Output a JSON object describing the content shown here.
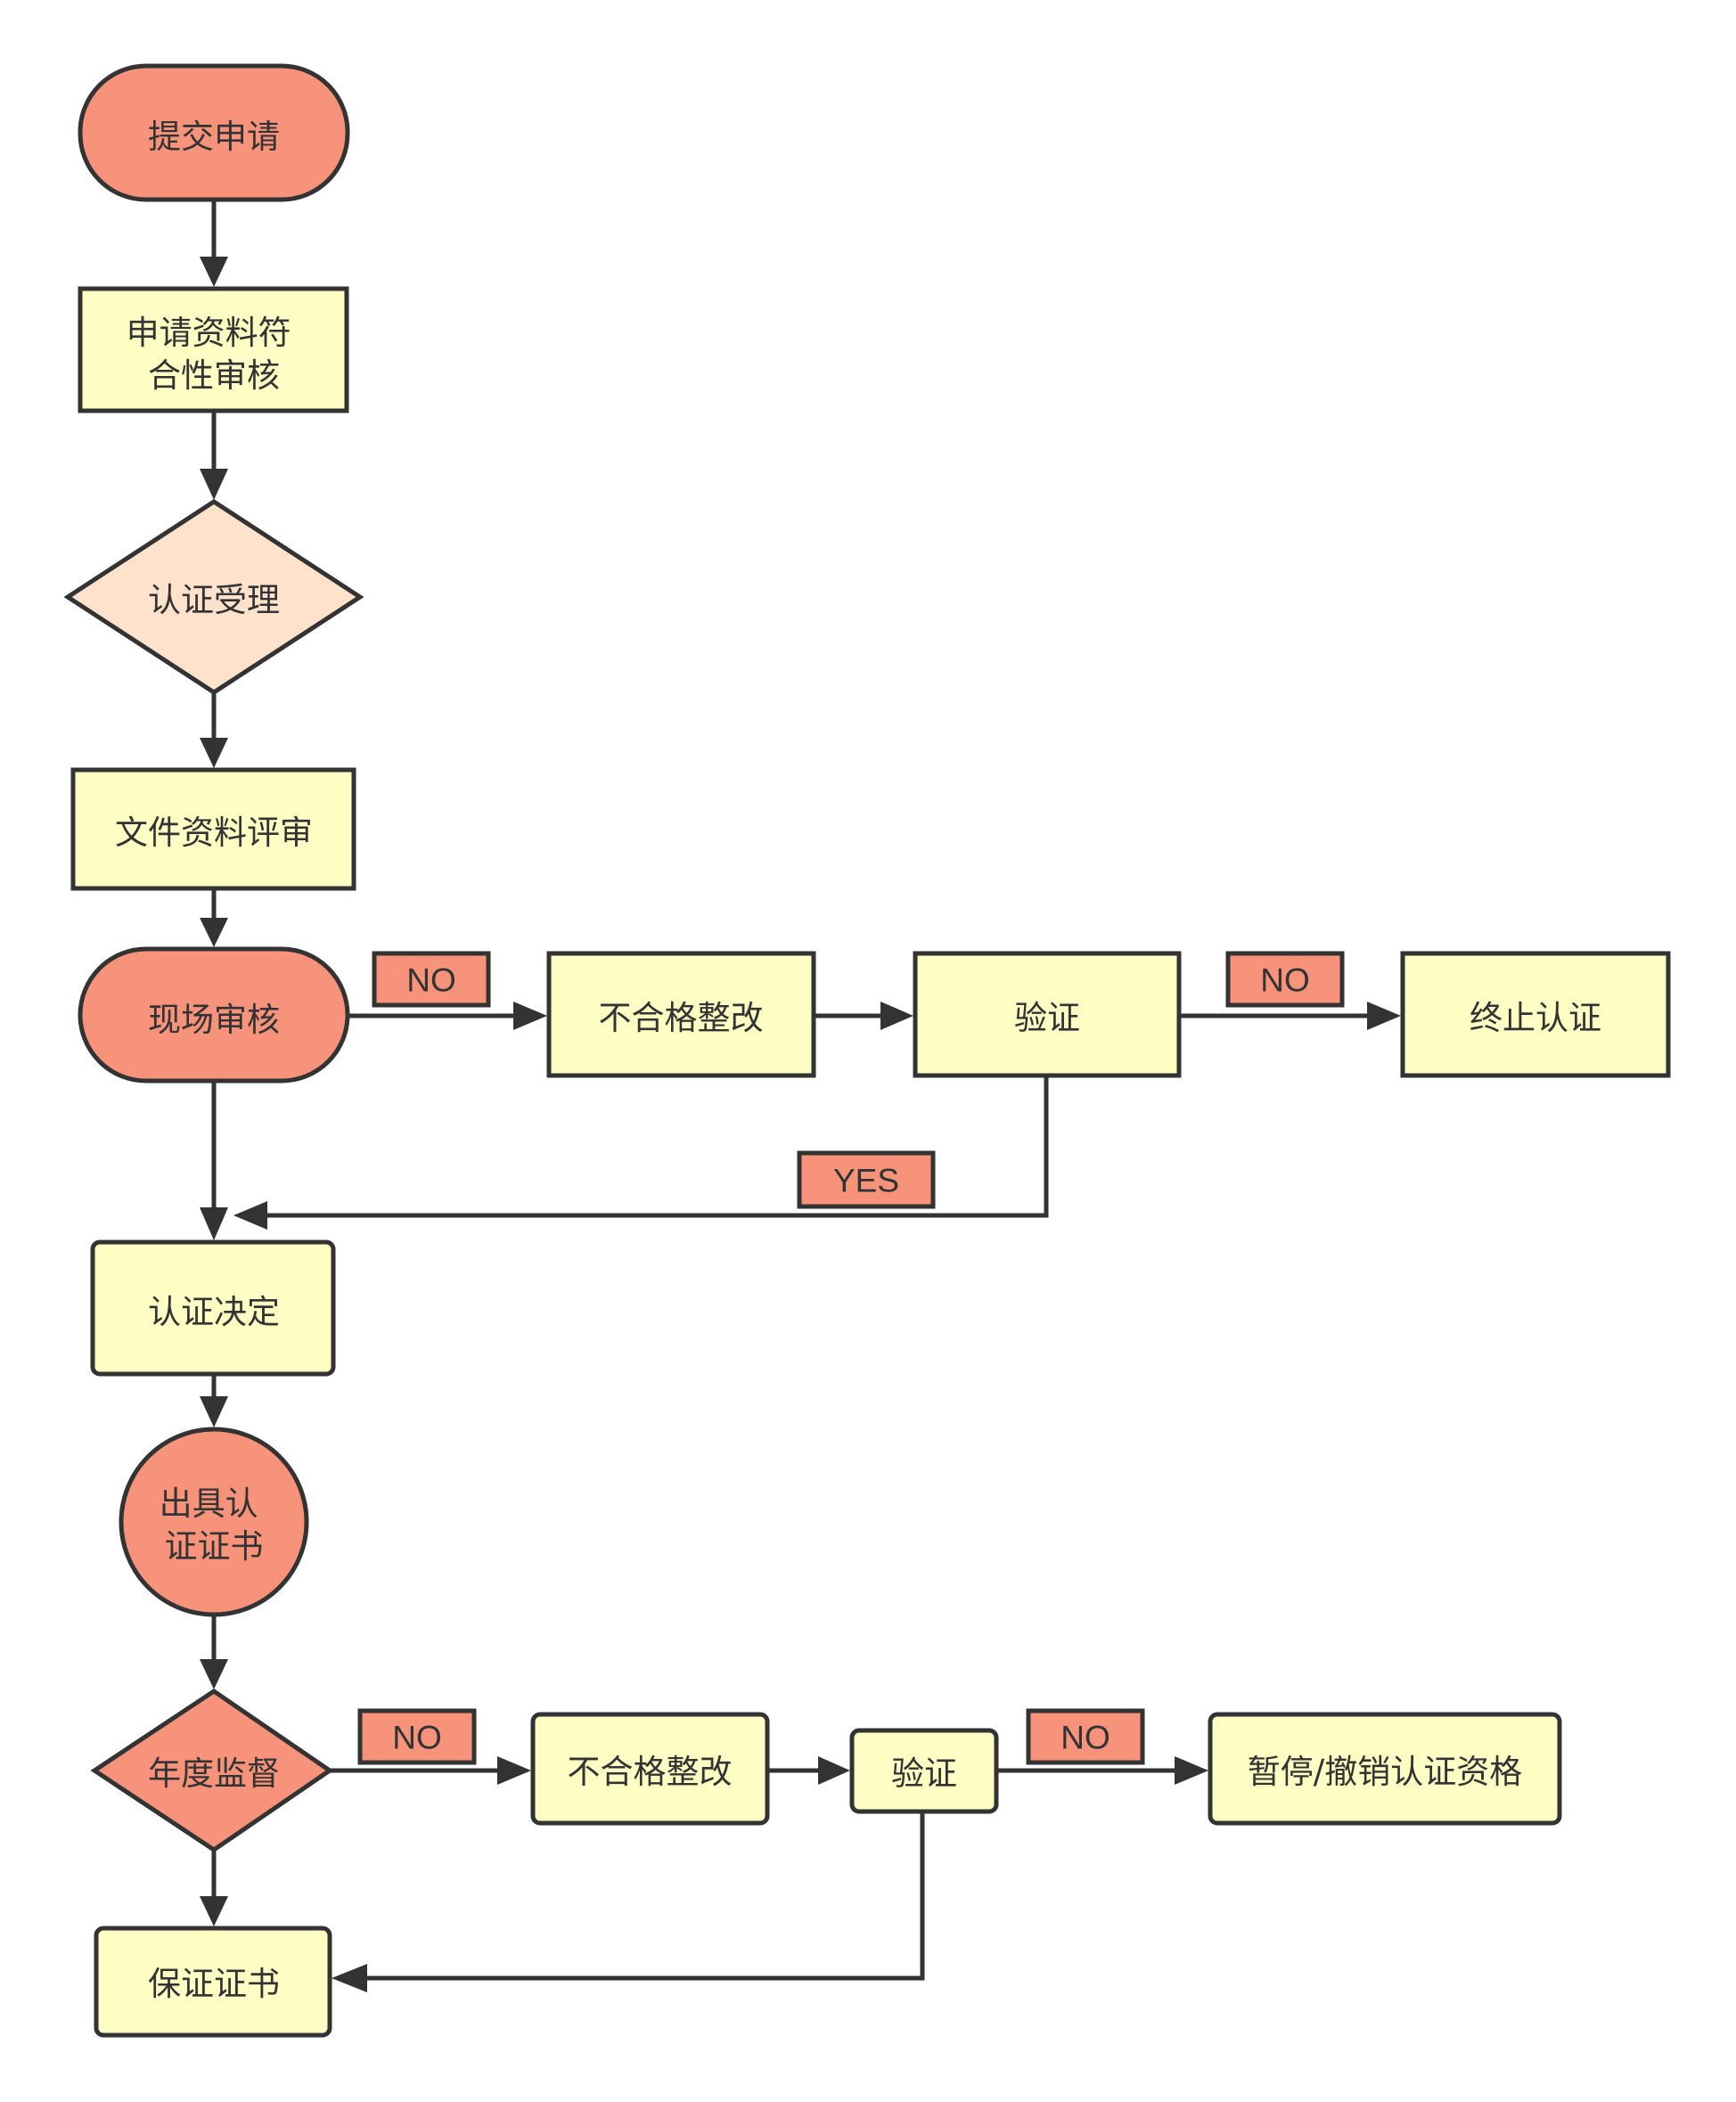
{
  "colors": {
    "terminal": "#f7937b",
    "process": "#fdfdc4",
    "decision_light": "#fee2cb",
    "decision_dark": "#f7937b",
    "label_bg": "#f7937b",
    "stroke": "#333333"
  },
  "nodes": {
    "submit": [
      "提交申请"
    ],
    "doc_compliance": [
      "申请资料符",
      "合性审核"
    ],
    "accept": [
      "认证受理"
    ],
    "doc_review": [
      "文件资料评审"
    ],
    "onsite": [
      "现场审核"
    ],
    "rectify_1": [
      "不合格整改"
    ],
    "verify_1": [
      "验证"
    ],
    "terminate": [
      "终止认证"
    ],
    "decision": [
      "认证决定"
    ],
    "issue": [
      "出具认",
      "证证书"
    ],
    "annual": [
      "年度监督"
    ],
    "rectify_2": [
      "不合格整改"
    ],
    "verify_2": [
      "验证"
    ],
    "suspend": [
      "暂停/撤销认证资格"
    ],
    "keep": [
      "保证证书"
    ]
  },
  "edge_labels": {
    "onsite_no": "NO",
    "verify1_no": "NO",
    "verify1_yes": "YES",
    "annual_no": "NO",
    "verify2_no": "NO"
  }
}
